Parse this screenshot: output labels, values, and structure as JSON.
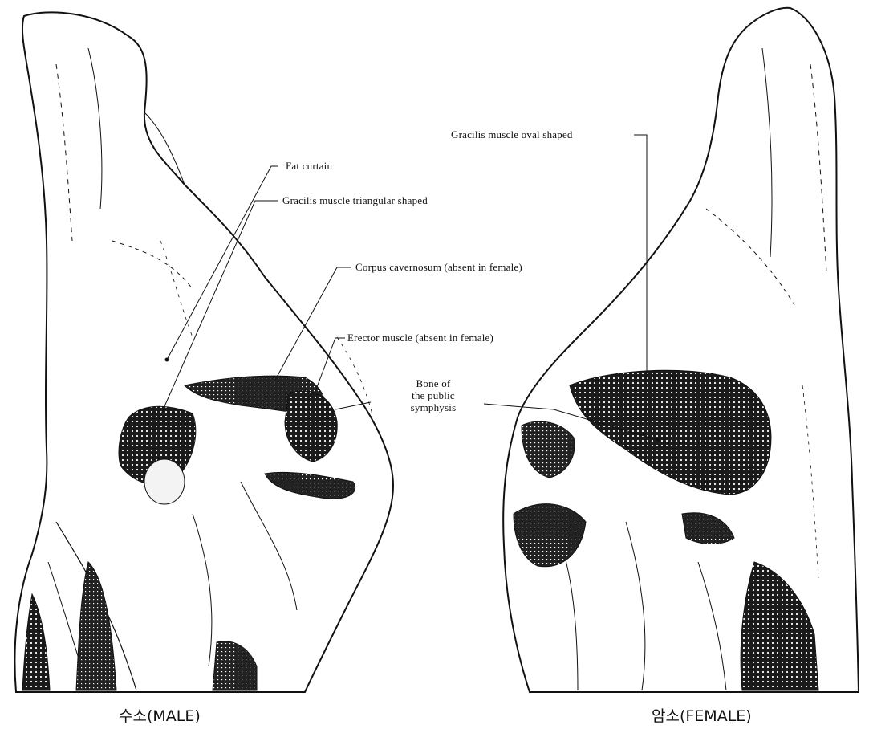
{
  "labels": {
    "fat_curtain": "Fat curtain",
    "gracilis_triangular": "Gracilis muscle triangular shaped",
    "corpus_cavernosum": "Corpus cavernosum (absent in female)",
    "erector_muscle": "Erector muscle (absent in female)",
    "bone_line1": "Bone of",
    "bone_line2": "the public",
    "bone_line3": "symphysis",
    "gracilis_oval": "Gracilis muscle oval shaped"
  },
  "captions": {
    "male": "수소(MALE)",
    "female": "암소(FEMALE)"
  }
}
